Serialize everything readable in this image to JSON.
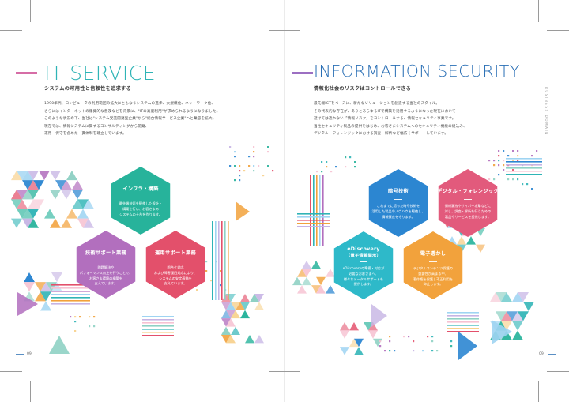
{
  "left": {
    "title": "IT SERVICE",
    "subtitle": "システムの可用性と信頼性を追求する",
    "body": [
      "1990年代、コンピュータの利用範囲の拡大にともなうシステムの進歩、大規模化、ネットワーク化、",
      "さらにはインターネットの爆発的な普及などを背景に、\"ITの高度利用\"が求められるようになりました。",
      "このような状況の下、当社は\"システム受託開発型企業\"から\"総合情報サービス企業\"へと業容を拡大。",
      "現在では、情報システムに関するコンサルティングから開発、",
      "運用・保守を含めた一貫体制を確立しています。"
    ],
    "hexes": [
      {
        "title": [
          "インフラ・構築"
        ],
        "body": [
          "最先端技術を駆使した設計・",
          "構築を行い、お客さまの",
          "システムの土台を作ります。"
        ]
      },
      {
        "title": [
          "技術サポート業務"
        ],
        "body": [
          "問題解決や",
          "パフォーマンス向上を行うことで、",
          "お客さま環境の構築を",
          "支えています。"
        ]
      },
      {
        "title": [
          "運用サポート業務"
        ],
        "body": [
          "問合せ対応",
          "および障害復旧対応により、",
          "システムの安定稼働を",
          "支えています。"
        ]
      }
    ],
    "page_number": "09"
  },
  "right": {
    "title": "INFORMATION SECURITY",
    "subtitle": "情報化社会のリスクはコントロールできる",
    "body": [
      "最先端ICTをベースに、新たなソリューションを創造する当社のスタイル。",
      "その代表的な存在が、ありとあらゆるITで構築を活用するようになった現在において",
      "避けては通れない「情報リスク」をコントロールする、情報セキュリティ事業です。",
      "当社セキュリティ製品の提供をはじめ、お客さまシステムへのセキュリティ機能の組込み、",
      "デジタル・フォレンジックにおける調査・解析など幅広くサポートしています。"
    ],
    "hexes": [
      {
        "title": [
          "暗号技術"
        ],
        "body": [
          "これまでに培った暗号技術を",
          "活用した製品やノウハウを駆使し、",
          "情報資産を守ります。"
        ]
      },
      {
        "title": [
          "デジタル・フォレンジック"
        ],
        "body": [
          "情報漏洩やサイバー攻撃などに",
          "対し、調査・解析を行うための",
          "製品やサービスを提供します。"
        ]
      },
      {
        "title": [
          "eDiscovery",
          "（電子情報開示）"
        ],
        "body": [
          "eDiscoveryの準備・対応が",
          "必要なお客さまへ、",
          "様々なトータルサポートを",
          "提供します。"
        ]
      },
      {
        "title": [
          "電子透かし"
        ],
        "body": [
          "デジタルコンテンツ保護の",
          "重要性が高まる中、",
          "著作権を保護し不正利用を",
          "抑止します。"
        ]
      }
    ],
    "page_number": "09",
    "vertical_label": "BUSINESS DOMAIN"
  },
  "colors": {
    "left_title": "#2fb4b6",
    "right_title": "#2a6fb5",
    "left_bar": "#d66da6",
    "right_bar": "#9c6fc2",
    "hex_teal": "#27b39b",
    "hex_purple": "#b26fbe",
    "hex_red": "#e3506b",
    "hex_blue": "#2c86d1",
    "hex_pink": "#e25a7c",
    "hex_cyan": "#2eb9c9",
    "hex_orange": "#f2a23c"
  }
}
